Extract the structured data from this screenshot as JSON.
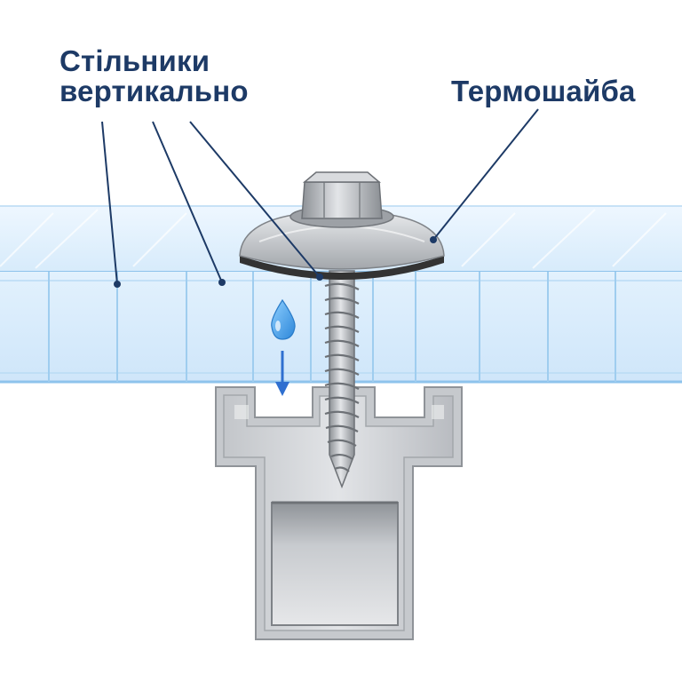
{
  "labels": {
    "cells_line1": "Стільники",
    "cells_line2": "вертикально",
    "washer": "Термошайба"
  },
  "icons": [
    "water-drop-icon",
    "arrow-down-icon"
  ],
  "colors": {
    "label_text": "#1d3a66",
    "leader_line": "#1d3a66",
    "sheet_fill": "#dbeefc",
    "sheet_edge": "#8ec3ec",
    "drop": "#3d9ee8",
    "arrow": "#2f6fd0",
    "profile": "#c9ccd0",
    "washer_rubber": "#333333",
    "metal": "#a9adb2"
  }
}
